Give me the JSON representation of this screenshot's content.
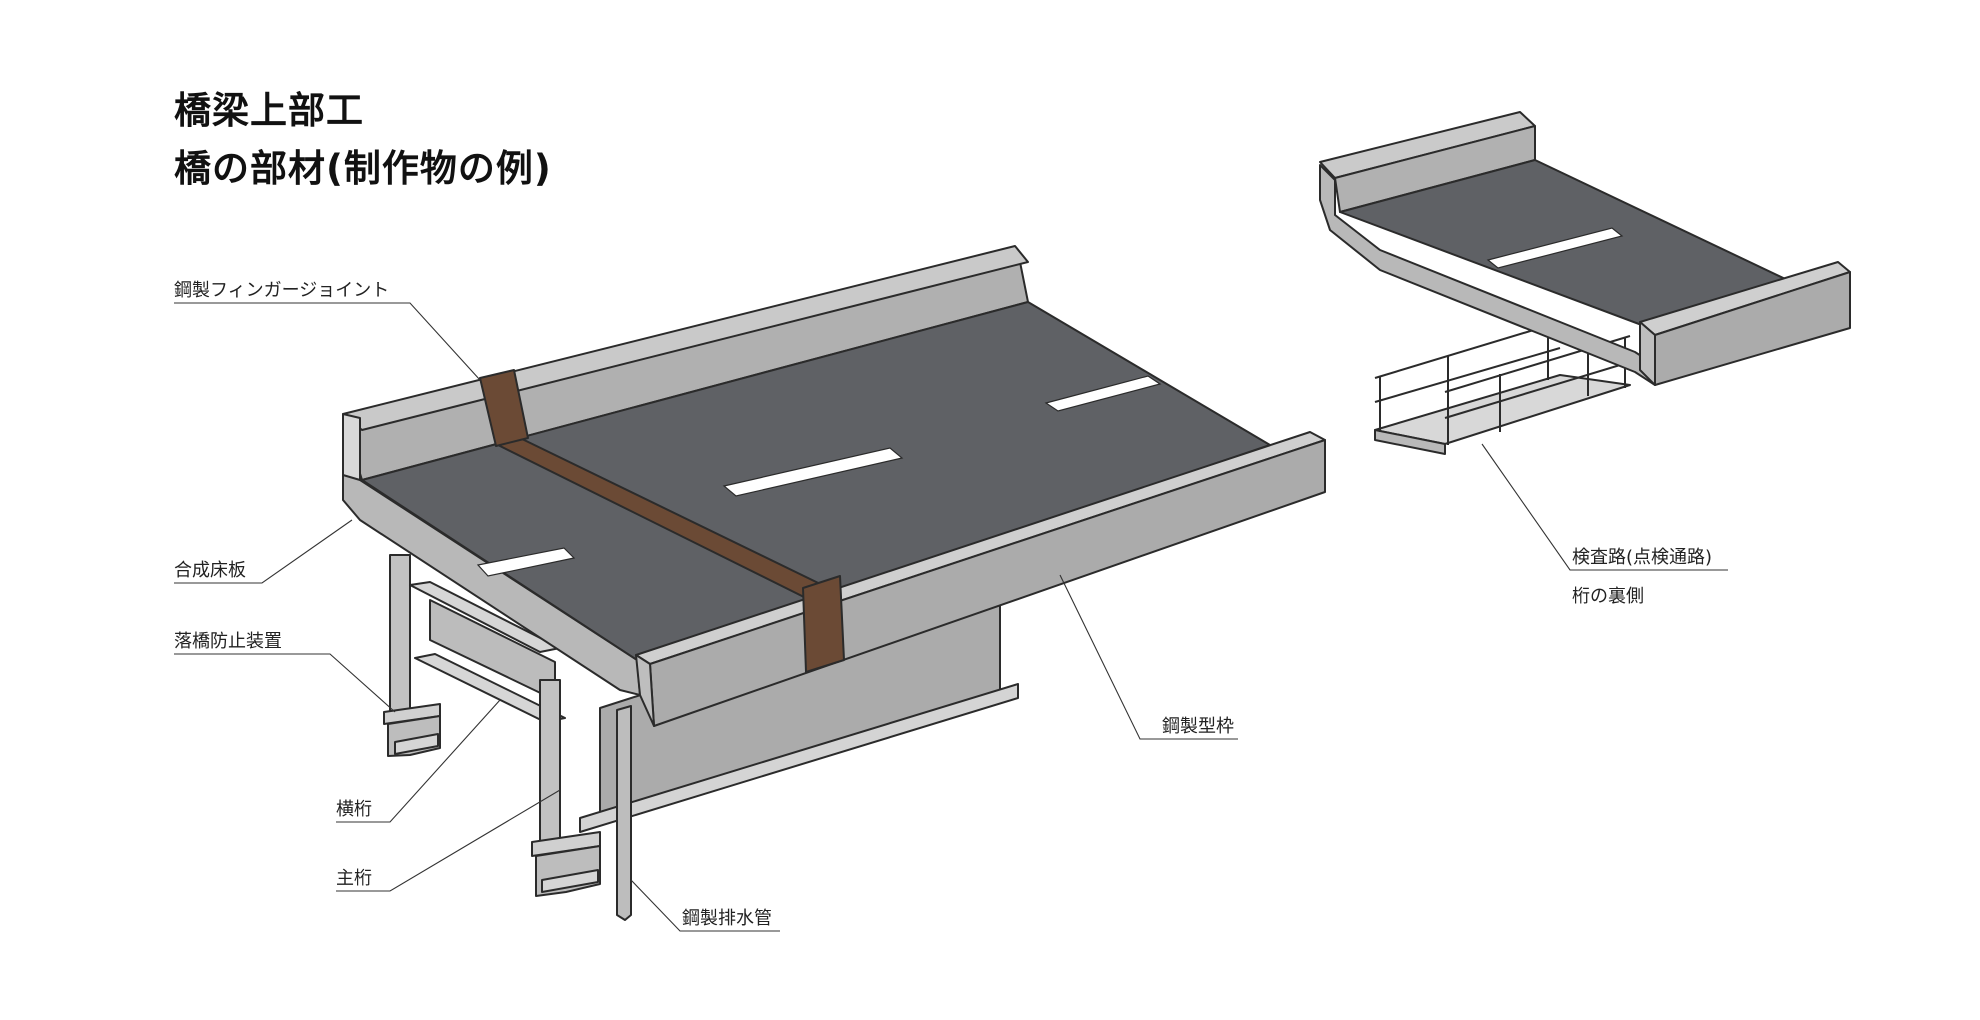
{
  "title": {
    "line1": "橋梁上部工",
    "line2": "橋の部材(制作物の例)"
  },
  "labels": {
    "finger_joint": "鋼製フィンガージョイント",
    "composite_slab": "合成床板",
    "unseating_prevention": "落橋防止装置",
    "cross_girder": "横桁",
    "main_girder": "主桁",
    "steel_form": "鋼製型枠",
    "steel_drain_pipe": "鋼製排水管",
    "inspection_path": "検査路(点検通路)",
    "girder_underside": "桁の裏側"
  },
  "colors": {
    "pavement": "#5f6165",
    "concrete_top": "#c6c6c6",
    "concrete_face": "#b0b0b0",
    "concrete_dark": "#9c9c9c",
    "steel_light": "#c9c9c9",
    "steel_dark": "#a4a4a4",
    "joint": "#6b4a35",
    "lane_mark": "#ffffff",
    "outline": "#2b2b2b",
    "leader": "#333333"
  }
}
